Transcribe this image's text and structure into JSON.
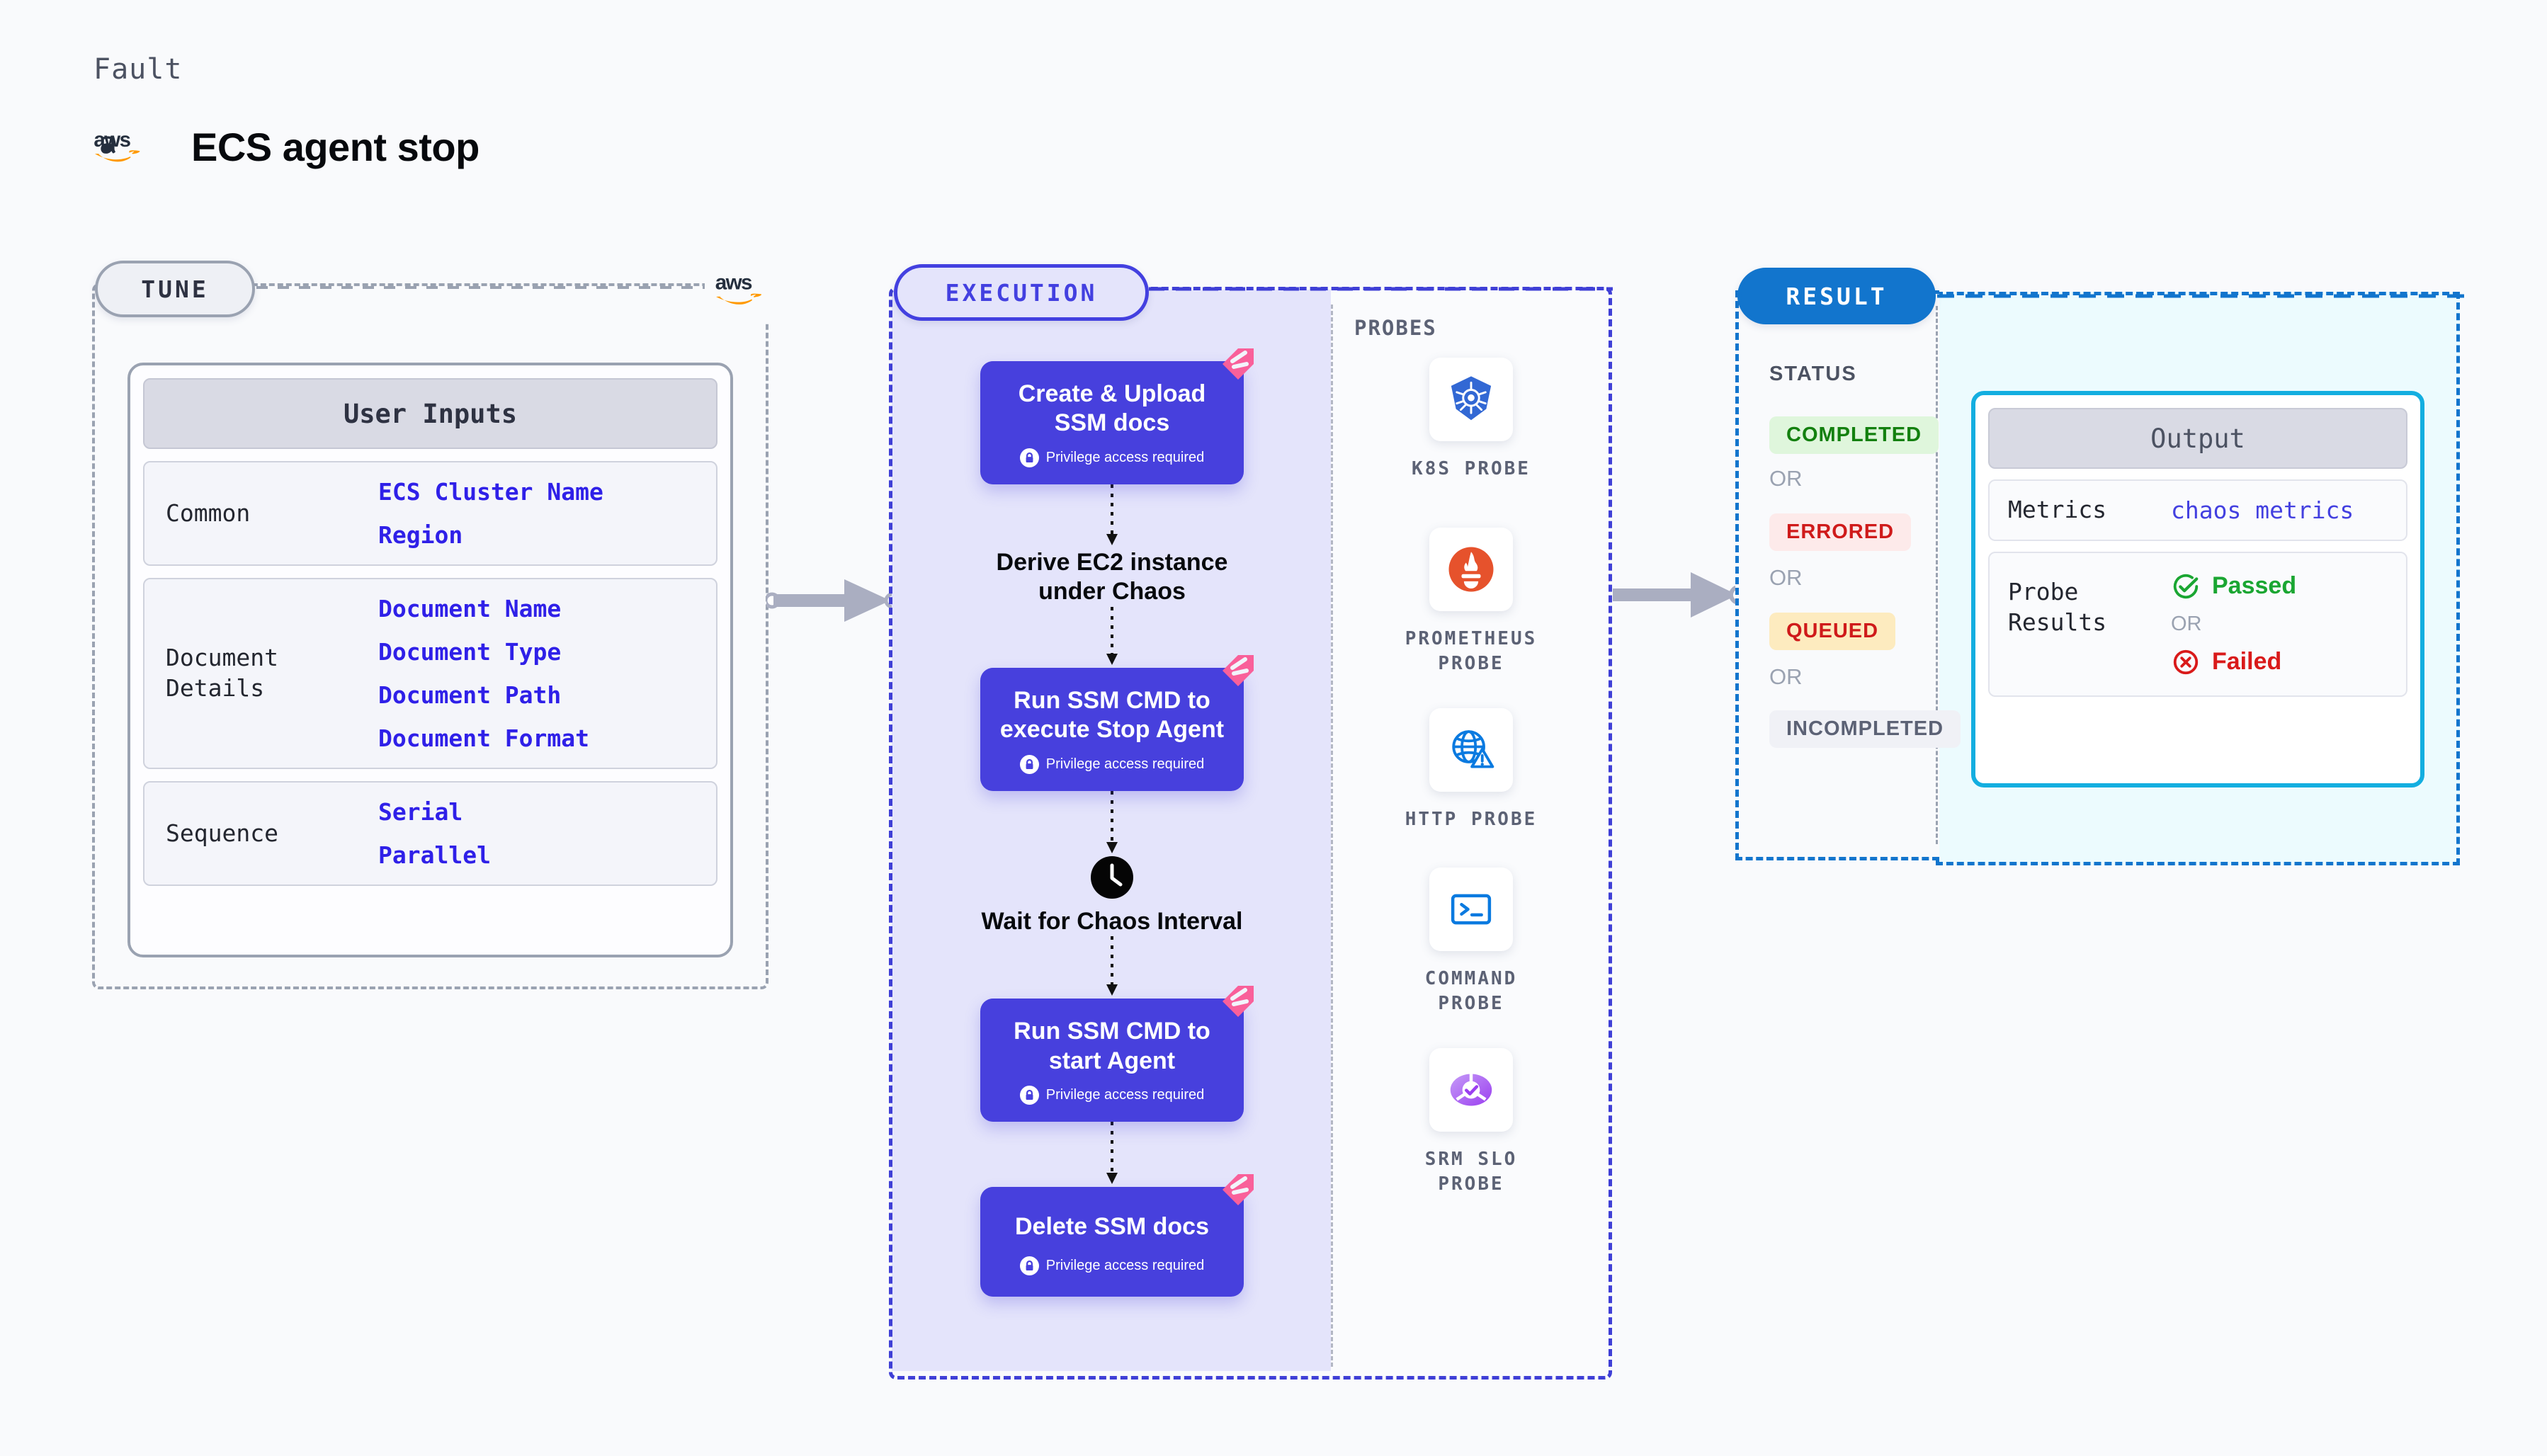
{
  "header": {
    "kicker": "Fault",
    "title": "ECS agent stop",
    "logo_icon": "aws-logo"
  },
  "tune": {
    "pill_label": "TUNE",
    "provider_logo_icon": "aws-logo",
    "card": {
      "header": "User Inputs",
      "rows": [
        {
          "label": "Common",
          "values": [
            "ECS Cluster Name",
            "Region"
          ]
        },
        {
          "label": "Document\nDetails",
          "values": [
            "Document Name",
            "Document Type",
            "Document Path",
            "Document Format"
          ]
        },
        {
          "label": "Sequence",
          "values": [
            "Serial",
            "Parallel"
          ]
        }
      ]
    }
  },
  "execution": {
    "pill_label": "EXECUTION",
    "privilege_note": "Privilege access required",
    "nodes": [
      {
        "kind": "task",
        "title": "Create & Upload SSM docs",
        "privilege": true,
        "badge_icon": "chaos-badge-icon"
      },
      {
        "kind": "plain",
        "title": "Derive EC2 instance under Chaos"
      },
      {
        "kind": "task",
        "title": "Run SSM CMD to execute Stop Agent",
        "privilege": true,
        "badge_icon": "chaos-badge-icon"
      },
      {
        "kind": "wait",
        "title": "Wait for Chaos Interval",
        "icon": "clock-icon"
      },
      {
        "kind": "task",
        "title": "Run SSM CMD to start Agent",
        "privilege": true,
        "badge_icon": "chaos-badge-icon"
      },
      {
        "kind": "task",
        "title": "Delete SSM docs",
        "privilege": true,
        "badge_icon": "chaos-badge-icon"
      }
    ]
  },
  "probes": {
    "section_label": "PROBES",
    "items": [
      {
        "name": "K8S PROBE",
        "icon": "kubernetes-icon",
        "color": "#3268d4"
      },
      {
        "name": "PROMETHEUS PROBE",
        "icon": "prometheus-icon",
        "color": "#e6522c"
      },
      {
        "name": "HTTP PROBE",
        "icon": "http-globe-warning-icon",
        "color": "#0a7ae0"
      },
      {
        "name": "COMMAND PROBE",
        "icon": "command-terminal-icon",
        "color": "#0a7ae0"
      },
      {
        "name": "SRM SLO PROBE",
        "icon": "srm-slo-icon",
        "color": "#9b3ff0"
      }
    ]
  },
  "result": {
    "pill_label": "RESULT",
    "status_title": "STATUS",
    "or_label": "OR",
    "statuses": [
      {
        "label": "COMPLETED",
        "fg": "#13800f",
        "bg": "#dff6dc"
      },
      {
        "label": "ERRORED",
        "fg": "#cf1a1a",
        "bg": "#fdeaea"
      },
      {
        "label": "QUEUED",
        "fg": "#cf1a1a",
        "bg": "#fdebbf"
      },
      {
        "label": "INCOMPLETED",
        "fg": "#5c6275",
        "bg": "#f0f1f6"
      }
    ],
    "output": {
      "header": "Output",
      "metrics_label": "Metrics",
      "metrics_value": "chaos metrics",
      "probe_results_label": "Probe\nResults",
      "passed_label": "Passed",
      "passed_color": "#1aa632",
      "failed_label": "Failed",
      "failed_color": "#d91a1a",
      "or_label": "OR",
      "passed_icon": "check-circle-icon",
      "failed_icon": "x-circle-icon"
    }
  },
  "colors": {
    "node_purple": "#4740dd",
    "exec_fill": "#e4e4fb",
    "exec_border": "#3f3fd6",
    "result_blue": "#1275cd",
    "output_cyan": "#13aee0",
    "chaos_pink": "#f9609a",
    "page_bg": "#f9fafc"
  }
}
